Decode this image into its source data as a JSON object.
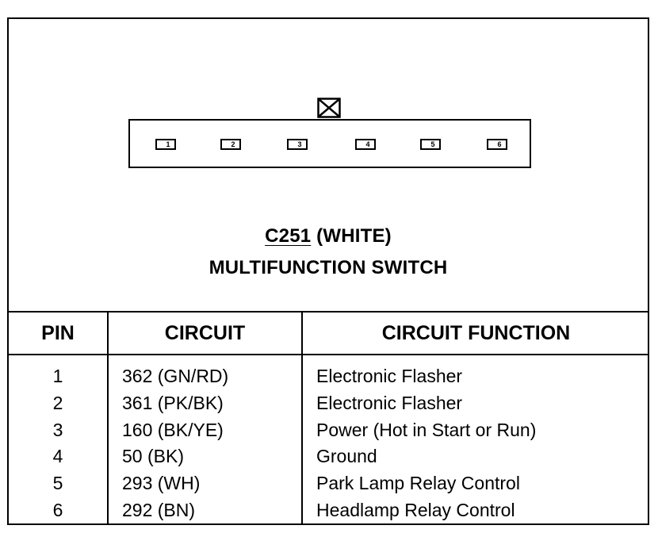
{
  "connector": {
    "id": "C251",
    "color": "(WHITE)",
    "name": "MULTIFUNCTION SWITCH",
    "pin_numbers": [
      "1",
      "2",
      "3",
      "4",
      "5",
      "6"
    ]
  },
  "table": {
    "headers": {
      "pin": "PIN",
      "circuit": "CIRCUIT",
      "function": "CIRCUIT FUNCTION"
    },
    "rows": [
      {
        "pin": "1",
        "circuit": "362 (GN/RD)",
        "function": "Electronic Flasher"
      },
      {
        "pin": "2",
        "circuit": "361 (PK/BK)",
        "function": "Electronic Flasher"
      },
      {
        "pin": "3",
        "circuit": "160 (BK/YE)",
        "function": "Power (Hot in Start or Run)"
      },
      {
        "pin": "4",
        "circuit": "50 (BK)",
        "function": "Ground"
      },
      {
        "pin": "5",
        "circuit": "293 (WH)",
        "function": "Park Lamp Relay Control"
      },
      {
        "pin": "6",
        "circuit": "292 (BN)",
        "function": "Headlamp Relay Control"
      }
    ]
  }
}
